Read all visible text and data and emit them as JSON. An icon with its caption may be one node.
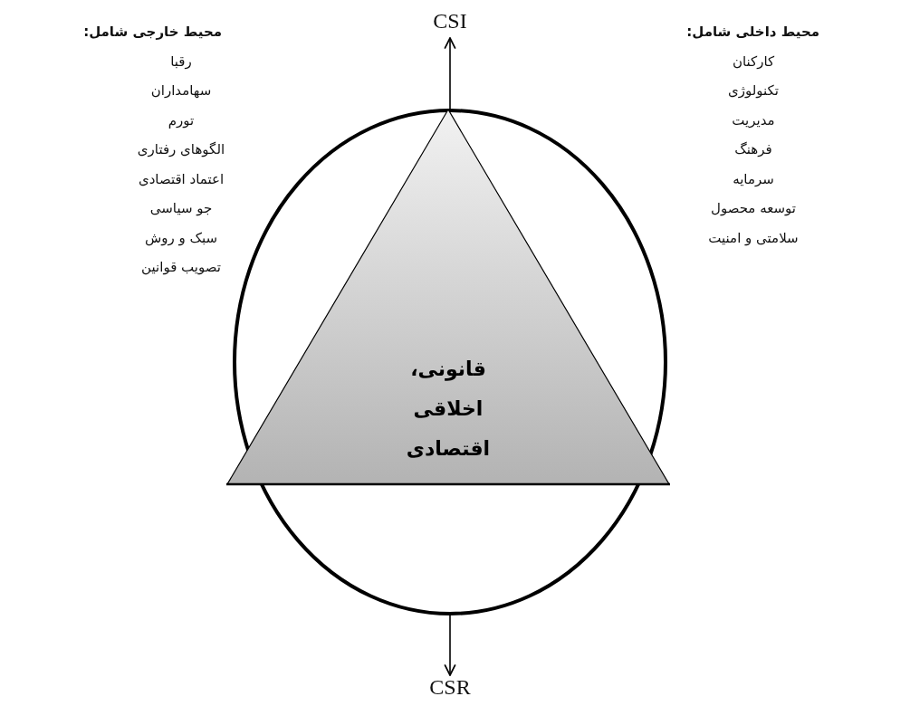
{
  "diagram": {
    "nodes": [
      {
        "text": [],
        "shape": "circle"
      },
      {
        "text": [
          "قانونی، اخلاقی اقتصادی"
        ],
        "in": 0
      },
      {
        "text": [
          "CSI"
        ]
      },
      {
        "text": [
          "CSR"
        ]
      }
    ],
    "edges": [
      {
        "from": 0,
        "to": 2,
        "arrow": "to"
      },
      {
        "from": 0,
        "to": 3,
        "arrow": "to"
      }
    ],
    "labels": [
      "محیط داخلی شامل:",
      "کارکنان",
      "تکنولوژی",
      "مدیریت",
      "فرهنگ",
      "سرمایه",
      "توسعه محصول",
      "سلامتی و امنیت",
      "محیط خارجی شامل:",
      "رقبا",
      "سهامداران",
      "تورم",
      "الگوهای رفتاری",
      "اعتماد اقتصادی",
      "جو سیاسی",
      "سبک و روش",
      "تصویب قوانین"
    ]
  }
}
